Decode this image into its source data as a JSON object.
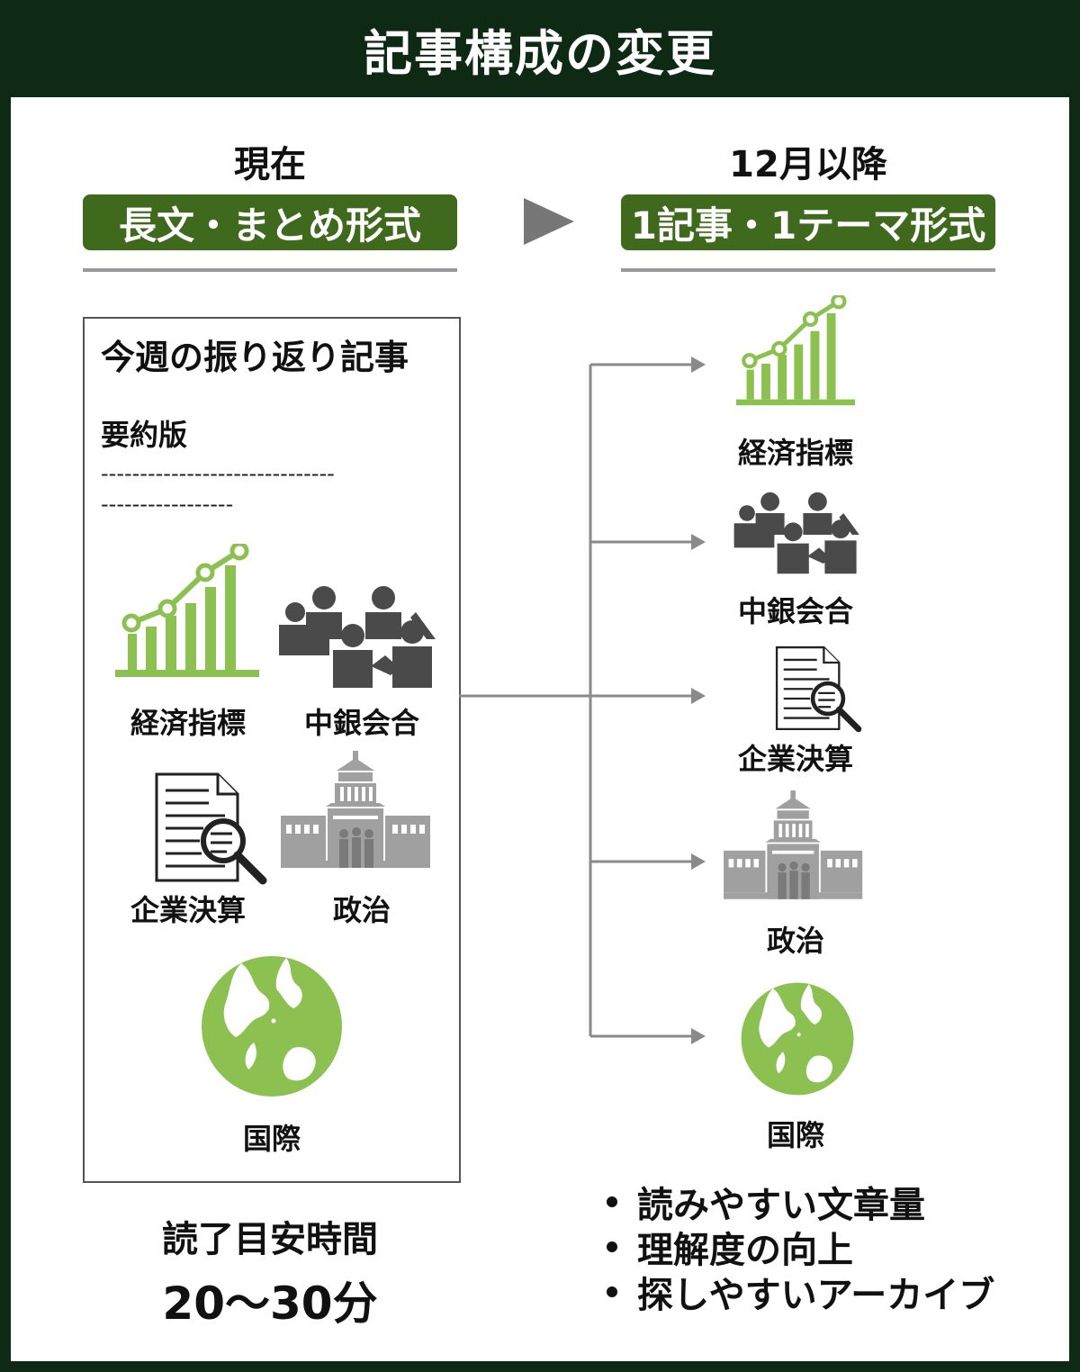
{
  "title": "記事構成の変更",
  "current": {
    "heading": "現在",
    "format": "長文・まとめ形式",
    "box_title": "今週の振り返り記事",
    "summary_label": "要約版",
    "dash_line_1": "------------------------------",
    "dash_line_2": "-----------------",
    "topics": [
      "経済指標",
      "中銀会合",
      "企業決算",
      "政治",
      "国際"
    ],
    "reading_label": "読了目安時間",
    "reading_time": "20〜30分"
  },
  "future": {
    "heading": "12月以降",
    "format": "1記事・1テーマ形式",
    "topics": [
      "経済指標",
      "中銀会合",
      "企業決算",
      "政治",
      "国際"
    ],
    "benefits": [
      "読みやすい文章量",
      "理解度の向上",
      "探しやすいアーカイブ"
    ]
  },
  "colors": {
    "header_bg": "#0e2a14",
    "pill_green": "#3f6a1e",
    "chart_green": "#8cc152",
    "globe_green": "#8cc152",
    "icon_dark": "#4a4a4a",
    "icon_gray": "#a0a0a0",
    "arrow_gray": "#8a8a8a"
  },
  "icons": {
    "economic": "bar-chart-rising-icon",
    "central_bank": "meeting-people-icon",
    "earnings": "document-magnifier-icon",
    "politics": "parliament-building-icon",
    "international": "globe-icon",
    "transition": "play-triangle-icon"
  }
}
